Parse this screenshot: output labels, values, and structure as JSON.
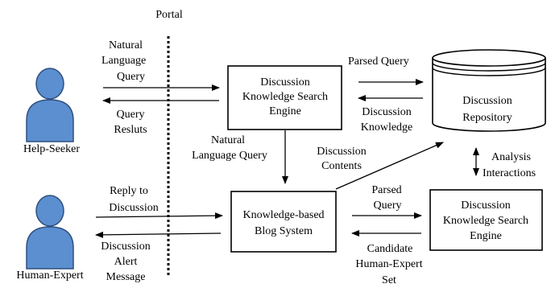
{
  "portal": {
    "label": "Portal"
  },
  "actors": {
    "help_seeker": "Help-Seeker",
    "human_expert": "Human-Expert"
  },
  "boxes": {
    "search_engine_top": [
      "Discussion",
      "Knowledge Search",
      "Engine"
    ],
    "blog_system": [
      "Knowledge-based",
      "Blog System"
    ],
    "search_engine_bottom": [
      "Discussion",
      "Knowledge Search",
      "Engine"
    ],
    "repository": [
      "Discussion",
      "Repository"
    ]
  },
  "flows": {
    "natural_language_query_in": [
      "Natural",
      "Language",
      "Query"
    ],
    "query_results_out": [
      "Query",
      "Resluts"
    ],
    "parsed_query_top": "Parsed Query",
    "discussion_knowledge": [
      "Discussion",
      "Knowledge"
    ],
    "natural_language_query_down": [
      "Natural",
      "Language Query"
    ],
    "discussion_contents": [
      "Discussion",
      "Contents"
    ],
    "analysis_interactions": [
      "Analysis",
      "Interactions"
    ],
    "reply_to_discussion": [
      "Reply to",
      "Discussion"
    ],
    "discussion_alert_message": [
      "Discussion",
      "Alert",
      "Message"
    ],
    "parsed_query_bottom": [
      "Parsed",
      "Query"
    ],
    "candidate_human_expert_set": [
      "Candidate",
      "Human-Expert",
      "Set"
    ]
  },
  "colors": {
    "person_fill": "#5b8fd0",
    "person_stroke": "#2f4f7f",
    "line": "#000000"
  }
}
